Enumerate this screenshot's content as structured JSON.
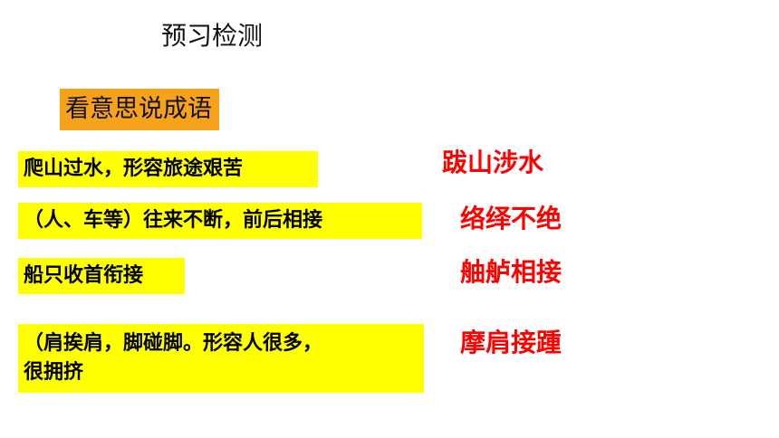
{
  "title": "预习检测",
  "subtitle": "看意思说成语",
  "colors": {
    "highlight_yellow": "#ffff00",
    "highlight_orange": "#f7a21b",
    "answer_red": "#ff0000"
  },
  "items": [
    {
      "clue": "爬山过水，形容旅途艰苦",
      "answer": "跋山涉水"
    },
    {
      "clue": "（人、车等）往来不断，前后相接",
      "answer": "络绎不绝"
    },
    {
      "clue": "船只收首衔接",
      "answer": "舳舻相接"
    },
    {
      "clue_lines": [
        "（肩挨肩，脚碰脚。形容人很多，",
        "很拥挤"
      ],
      "answer": "摩肩接踵"
    }
  ]
}
